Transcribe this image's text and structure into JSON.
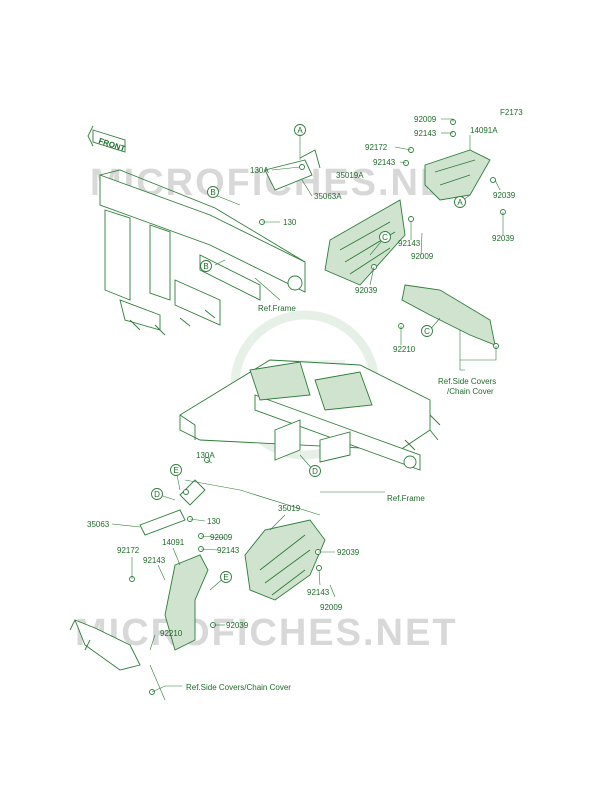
{
  "figure_id": "F2173",
  "front_badge": "FRONT",
  "watermark": {
    "text": "MICROFICHES.NET",
    "text_bottom": "MICROFICHES.NET"
  },
  "colors": {
    "ink": "#2e7d3a",
    "label": "#1f6b2a",
    "watermark": "#d8d8d8"
  },
  "callouts": [
    "A",
    "A",
    "B",
    "B",
    "C",
    "C",
    "D",
    "D",
    "E",
    "E"
  ],
  "references": {
    "frame_top": "Ref.Frame",
    "frame_bottom": "Ref.Frame",
    "side_covers_top_1": "Ref.Side Covers",
    "side_covers_top_2": "/Chain Cover",
    "side_covers_bottom": "Ref.Side Covers/Chain Cover"
  },
  "parts_top": [
    "92009",
    "92143",
    "14091A",
    "92172",
    "92143",
    "35019A",
    "130A",
    "35063A",
    "130",
    "92039",
    "92143",
    "92009",
    "92039",
    "92039",
    "92210"
  ],
  "parts_bottom": [
    "130A",
    "35063",
    "130",
    "92009",
    "92143",
    "35019",
    "92039",
    "14091",
    "92172",
    "92143",
    "92143",
    "92009",
    "92039",
    "92210"
  ]
}
